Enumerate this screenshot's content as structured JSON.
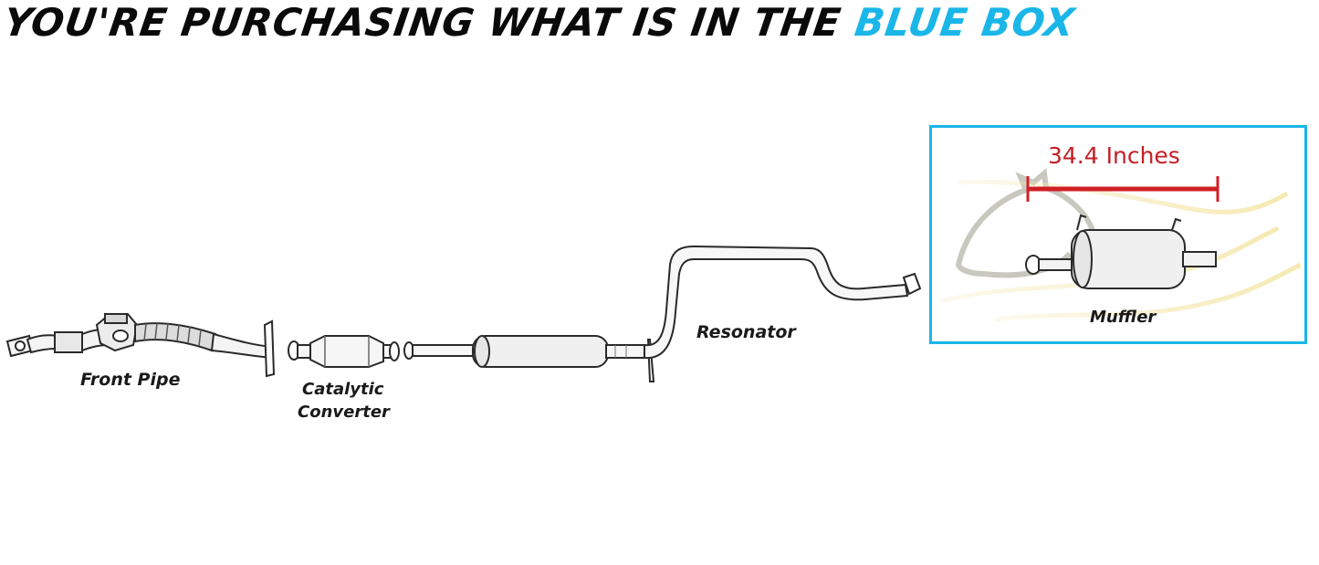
{
  "headline": {
    "prefix": "YOU'RE PURCHASING WHAT IS IN THE",
    "highlight": "BLUE BOX"
  },
  "parts": {
    "front_pipe": "Front Pipe",
    "catalytic_converter_line1": "Catalytic",
    "catalytic_converter_line2": "Converter",
    "resonator": "Resonator",
    "muffler": "Muffler"
  },
  "measurement": {
    "label": "34.4 Inches"
  },
  "colors": {
    "accent": "#1ab6e8",
    "dark": "#0a0a0a",
    "measure": "#d11f26",
    "box_border": "#1ab6e8"
  },
  "icons": {
    "watermark": "horse-head-icon"
  }
}
